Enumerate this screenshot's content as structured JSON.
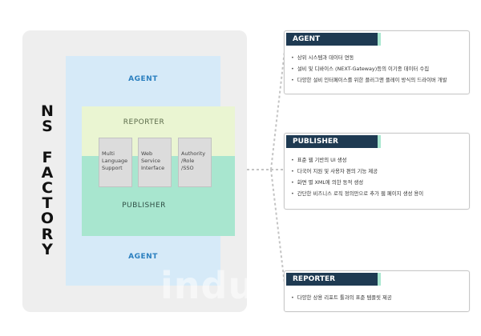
{
  "brand": {
    "letters": [
      "N",
      "S",
      "",
      "F",
      "A",
      "C",
      "T",
      "O",
      "R",
      "Y"
    ]
  },
  "diagram": {
    "agent_top": "AGENT",
    "agent_bottom": "AGENT",
    "reporter": "REPORTER",
    "publisher": "PUBLISHER",
    "modules": [
      {
        "lines": [
          "Multi",
          "Language",
          "Support"
        ]
      },
      {
        "lines": [
          "Web",
          "Service",
          "Interface"
        ]
      },
      {
        "lines": [
          "Authority",
          "/Role",
          "/SSO"
        ]
      }
    ]
  },
  "cards": [
    {
      "title": "AGENT",
      "items": [
        "상위 시스템과 데이터 연동",
        "설비 및 디바이스 (NEXT-Gateway)등의 이기종 데이터 수집",
        "다양한 설비 인터페이스를 위한 플러그앤 플레이 방식의 드라이버 개발"
      ]
    },
    {
      "title": "PUBLISHER",
      "items": [
        "표준 웹 기반의 UI 생성",
        "다국어 지원 및 사용자 편의 기능 제공",
        "화면 별 XML에 의한 동적 생성",
        "간단한 비즈니스 로직 정의만으로 추가 웹 페이지 생성 용이"
      ]
    },
    {
      "title": "REPORTER",
      "items": [
        "다양한 상용 리포트 툴과의 표준 템플릿 제공"
      ]
    }
  ],
  "watermark": "indus"
}
